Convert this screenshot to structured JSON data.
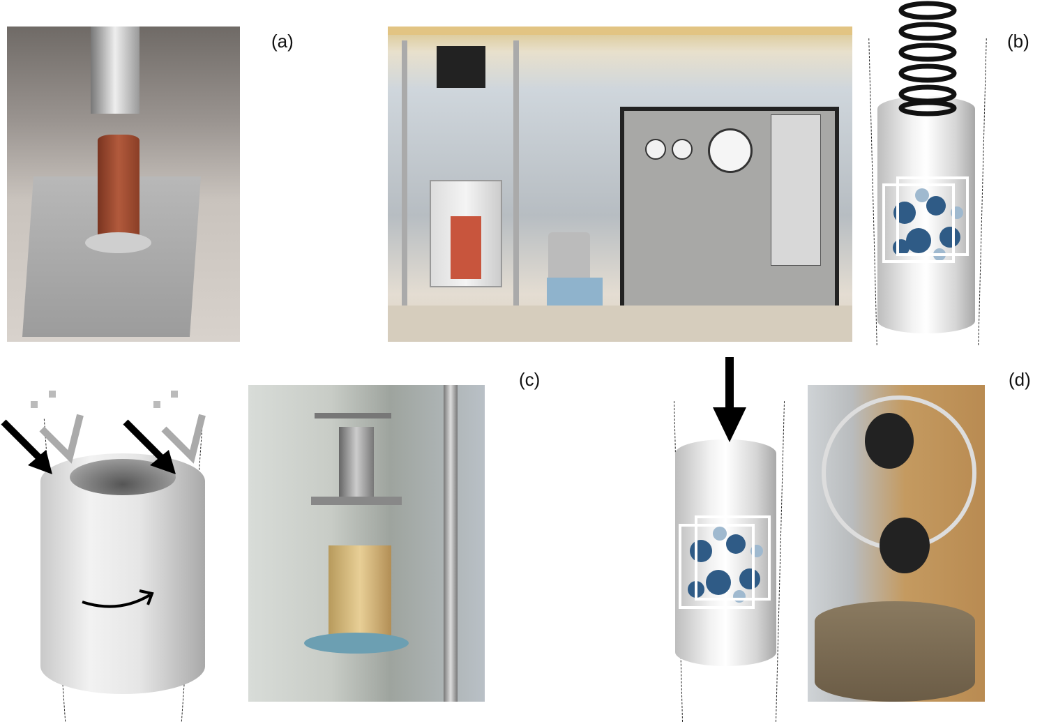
{
  "labels": {
    "a": "(a)",
    "b": "(b)",
    "c": "(c)",
    "d": "(d)"
  },
  "panels": {
    "a": {
      "content": "photo"
    },
    "b_photo": {
      "content": "photo"
    },
    "b_diagram": {
      "content": "diagram"
    },
    "c_diagram": {
      "content": "diagram"
    },
    "c_photo": {
      "content": "photo"
    },
    "d_diagram": {
      "content": "diagram"
    },
    "d_photo": {
      "content": "photo"
    }
  }
}
